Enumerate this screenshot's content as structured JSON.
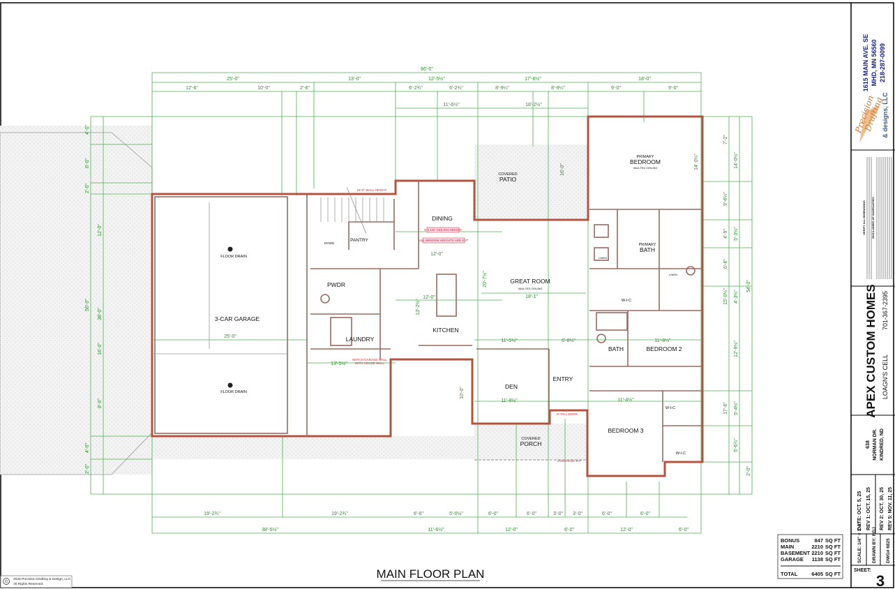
{
  "title": "MAIN FLOOR PLAN",
  "copyright": {
    "line1": "2025 Precision Drafting & Design, LLC.",
    "line2": "All Rights Reserved.",
    "symbol": "©"
  },
  "rooms": {
    "garage": "3-CAR GARAGE",
    "floor_drain": "FLOOR DRAIN",
    "pantry": "PANTRY",
    "down": "DOWN",
    "dining": "DINING",
    "covered_patio_1": "COVERED",
    "covered_patio_2": "PATIO",
    "primary_bedroom_1": "PRIMARY",
    "primary_bedroom_2": "BEDROOM",
    "vaulted": "VAULTED CEILING",
    "primary_bath_1": "PRIMARY",
    "primary_bath_2": "BATH",
    "linen": "LINEN",
    "great_room": "GREAT ROOM",
    "pwdr": "PWDR",
    "laundry": "LAUNDRY",
    "kitchen": "KITCHEN",
    "wic": "W-I-C",
    "bath": "BATH",
    "bedroom2": "BEDROOM 2",
    "den": "DEN",
    "entry": "ENTRY",
    "covered_porch_1": "COVERED",
    "covered_porch_2": "PORCH",
    "bedroom3": "BEDROOM 3"
  },
  "notes": {
    "wall_height": "18'-0\" WALL HEIGHT",
    "ceiling_height": "9' 1 1/8\" CEILING HEIGHT",
    "window_heights": "ALL WINDOW HEIGHTS ARE 6'-0\"",
    "match_wall_1": "MATCH GARAGE WALL",
    "match_wall_2": "WITH HOUSE WALL",
    "tall_door": "8' TALL DOOR",
    "overhang": "OVERHANG 8'0\""
  },
  "dims": {
    "top0": "86'-0\"",
    "top1": [
      "25'-0\"",
      "13'-0\"",
      "12'-5½\"",
      "17'-6½\"",
      "18'-0\""
    ],
    "top2": [
      "12'-6\"",
      "10'-0\"",
      "2'-6\"",
      "6'-2¾\"",
      "6'-2¾\"",
      "8'-9¼\"",
      "8'-9¼\"",
      "9'-0\"",
      "9'-0\""
    ],
    "top3": [
      "11'-6½\"",
      "18'-2½\""
    ],
    "bot1": [
      "19'-2¾\"",
      "19'-2¾\"",
      "6'-6\"",
      "5'-0½\"",
      "6'-0\"",
      "6'-0\"",
      "3'-0\"",
      "3'-0\"",
      "6'-0\"",
      "6'-0\""
    ],
    "bot2": [
      "38'-5½\"",
      "11'-6½\"",
      "12'-0\"",
      "6'-0\"",
      "12'-0\"",
      "6'-0\""
    ],
    "left": [
      "4'-0\"",
      "6'-0\"",
      "2'-0\"",
      "12'-0\"",
      "56'-0\"",
      "38'-0\"",
      "16'-0\"",
      "8'-0\"",
      "4'-0\"",
      "2'-0\""
    ],
    "right": [
      "7'-2\"",
      "14'-0½\"",
      "9'-6½\"",
      "5'-3½\"",
      "4'-9\"",
      "6'-6\"",
      "15'-0½\"",
      "4'-3½\"",
      "12'-9½\"",
      "17'-6\"",
      "5'-4½\"",
      "5'-6¾\"",
      "54'-0\"",
      "2'-0\""
    ],
    "inner": [
      "25'-0\"",
      "13'-5½\"",
      "12'-0\"",
      "12'-0\"",
      "18'-1\"",
      "11'-5½\"",
      "6'-8½\"",
      "11'-8½\"",
      "11'-4½\"",
      "11'-8½\"",
      "10'-0\"",
      "16'-0\"",
      "14'-0½\"",
      "20'-7½\"",
      "13'-2½\""
    ]
  },
  "sqft": {
    "rows": [
      {
        "label": "BONUS",
        "value": "847",
        "unit": "SQ FT"
      },
      {
        "label": "MAIN",
        "value": "2210",
        "unit": "SQ FT"
      },
      {
        "label": "BASEMENT",
        "value": "2210",
        "unit": "SQ FT"
      },
      {
        "label": "GARAGE",
        "value": "1138",
        "unit": "SQ FT"
      }
    ],
    "total": {
      "label": "TOTAL",
      "value": "6405",
      "unit": "SQ FT"
    }
  },
  "title_block": {
    "company_address": [
      "1615 MAIN AVE. SE",
      "MHD, MN 56560",
      "218-287-0099"
    ],
    "logo": [
      "Precision",
      "Drafting",
      "& designs, LLC"
    ],
    "notes_heading_1": "VERIFY ALL DIMENSIONS",
    "notes_heading_2": "DISCLAIMER OF WARRANTIES",
    "client": "APEX CUSTOM HOMES",
    "contact_label": "LOAGN'S CELL",
    "contact_phone": "701-367-2395",
    "site_address": [
      "638",
      "NORMAN DR.",
      "KINDRED, ND"
    ],
    "dates": [
      "DATE: OCT. 5, 25",
      "REV 1: OCT. 15, 25",
      "REV 2: OCT. 30, 25",
      "REV 5: NOV. 11, 25"
    ],
    "scale": "SCALE: 1/4\" = 1'-0\"",
    "drawn_by": "DRAWN BY: RDJ",
    "dwg": "DWG# 6825",
    "sheet_label": "SHEET:",
    "sheet_number": "3"
  },
  "colors": {
    "wall": "#b4533f",
    "dimension": "#2e8b2e",
    "note": "#c62828"
  }
}
